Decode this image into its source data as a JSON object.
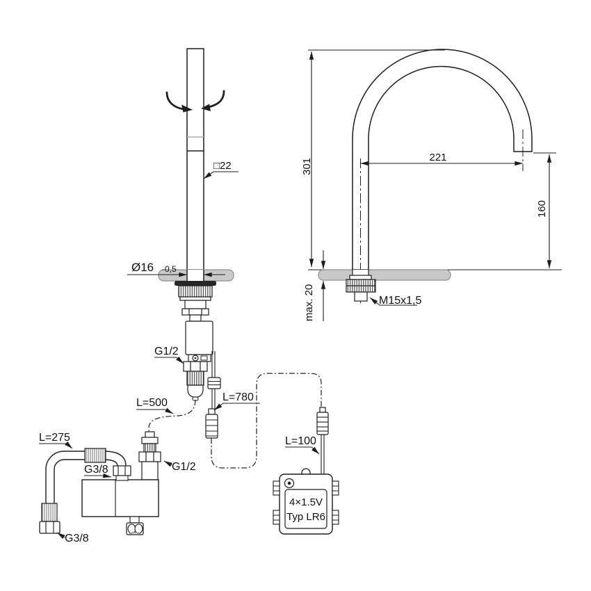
{
  "front_view": {
    "square_dim": "□22",
    "diameter": "Ø16",
    "diameter_tol": "-0,5",
    "outlet_fitting_thread": "G1/2",
    "supply_hose_length": "L=500",
    "sensor_cable_length": "L=780"
  },
  "side_view": {
    "height": "301",
    "projection": "221",
    "outlet_height": "160",
    "max_deck_thickness": "max. 20",
    "shank_thread": "M15x1,5"
  },
  "valve_unit": {
    "hose_length": "L=275",
    "check_valve_thread": "G1/2",
    "inlet_thread_top": "G3/8",
    "hose_end_thread": "G3/8"
  },
  "battery_box": {
    "cable_length": "L=100",
    "spec_line1": "4×1.5V",
    "spec_line2": "Typ LR6"
  },
  "colors": {
    "line": "#1d1d1d",
    "deck_fill": "#c9c9c9",
    "deck_stroke": "#8f8f8f",
    "flange_fill": "#262626"
  }
}
